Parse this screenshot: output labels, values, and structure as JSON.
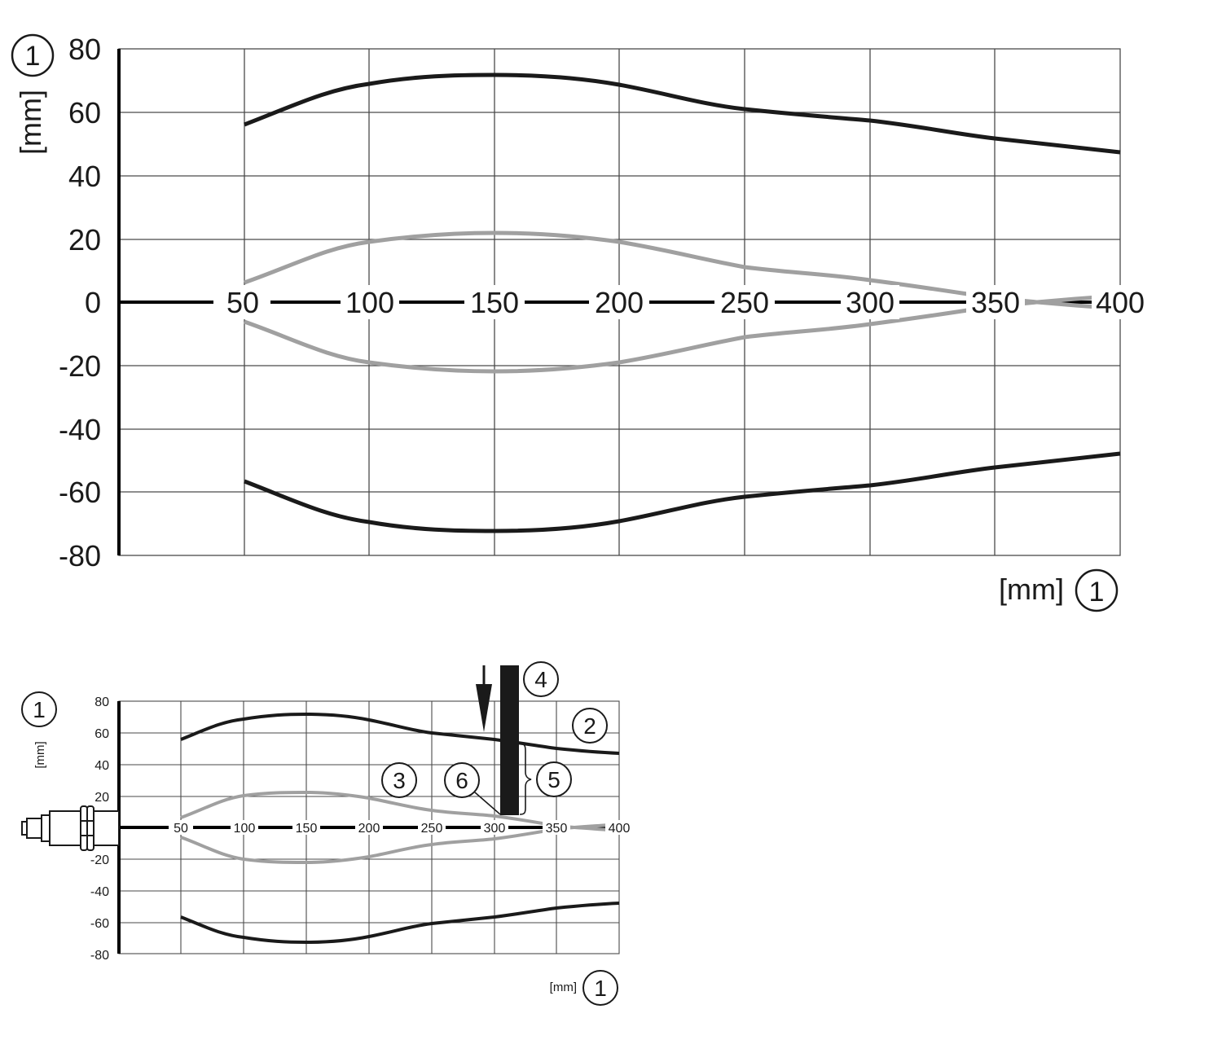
{
  "chart_data": [
    {
      "type": "line",
      "title": "",
      "xlabel": "[mm]",
      "ylabel": "[mm]",
      "axis_marker": "1",
      "xlim": [
        0,
        400
      ],
      "ylim": [
        -80,
        80
      ],
      "x_ticks": [
        50,
        100,
        150,
        200,
        250,
        300,
        350,
        400
      ],
      "y_ticks": [
        80,
        60,
        40,
        20,
        0,
        -20,
        -40,
        -60,
        -80
      ],
      "grid": true,
      "x": [
        50,
        100,
        150,
        200,
        250,
        300,
        350,
        400
      ],
      "series": [
        {
          "name": "outer-upper (black)",
          "color": "#1a1a1a",
          "values": [
            56,
            68,
            72,
            69,
            61,
            57,
            51,
            47
          ]
        },
        {
          "name": "outer-lower (black)",
          "color": "#1a1a1a",
          "values": [
            -56,
            -68,
            -72,
            -69,
            -61,
            -57,
            -51,
            -47
          ]
        },
        {
          "name": "inner-upper (grey)",
          "color": "#a0a0a0",
          "values": [
            6,
            19,
            22,
            19,
            11,
            7,
            1,
            -2
          ]
        },
        {
          "name": "inner-lower (grey)",
          "color": "#a0a0a0",
          "values": [
            -6,
            -19,
            -22,
            -19,
            -11,
            -7,
            -1,
            2
          ]
        }
      ]
    },
    {
      "type": "line",
      "title": "",
      "xlabel": "[mm]",
      "ylabel": "[mm]",
      "axis_marker": "1",
      "xlim": [
        0,
        400
      ],
      "ylim": [
        -80,
        80
      ],
      "x_ticks": [
        50,
        100,
        150,
        200,
        250,
        300,
        350,
        400
      ],
      "y_ticks": [
        80,
        60,
        40,
        20,
        0,
        -20,
        -40,
        -60,
        -80
      ],
      "grid": true,
      "x": [
        50,
        100,
        150,
        200,
        250,
        300,
        350,
        400
      ],
      "series": [
        {
          "name": "outer-upper (black)",
          "color": "#1a1a1a",
          "values": [
            56,
            68,
            72,
            69,
            61,
            57,
            51,
            47
          ]
        },
        {
          "name": "outer-lower (black)",
          "color": "#1a1a1a",
          "values": [
            -56,
            -68,
            -72,
            -69,
            -61,
            -57,
            -51,
            -47
          ]
        },
        {
          "name": "inner-upper (grey)",
          "color": "#a0a0a0",
          "values": [
            6,
            19,
            22,
            19,
            11,
            7,
            1,
            -2
          ]
        },
        {
          "name": "inner-lower (grey)",
          "color": "#a0a0a0",
          "values": [
            -6,
            -19,
            -22,
            -19,
            -11,
            -7,
            -1,
            2
          ]
        }
      ],
      "annotations": [
        {
          "marker": "2",
          "refers_to": "outer detection curve"
        },
        {
          "marker": "3",
          "refers_to": "inner detection curve"
        },
        {
          "marker": "4",
          "refers_to": "target object (vertical bar at ~315 mm)"
        },
        {
          "marker": "5",
          "refers_to": "brace between bar edge and curve"
        },
        {
          "marker": "6",
          "refers_to": "leader line to bar foot"
        },
        {
          "marker": "arrow",
          "refers_to": "downward arrow at ~300 mm"
        }
      ],
      "sensor_icon": "cylindrical-sensor"
    }
  ],
  "labels": {
    "unit": "[mm]",
    "marker_1": "1",
    "marker_2": "2",
    "marker_3": "3",
    "marker_4": "4",
    "marker_5": "5",
    "marker_6": "6"
  },
  "ticks": {
    "x": [
      "50",
      "100",
      "150",
      "200",
      "250",
      "300",
      "350",
      "400"
    ],
    "y": [
      "80",
      "60",
      "40",
      "20",
      "0",
      "-20",
      "-40",
      "-60",
      "-80"
    ]
  }
}
